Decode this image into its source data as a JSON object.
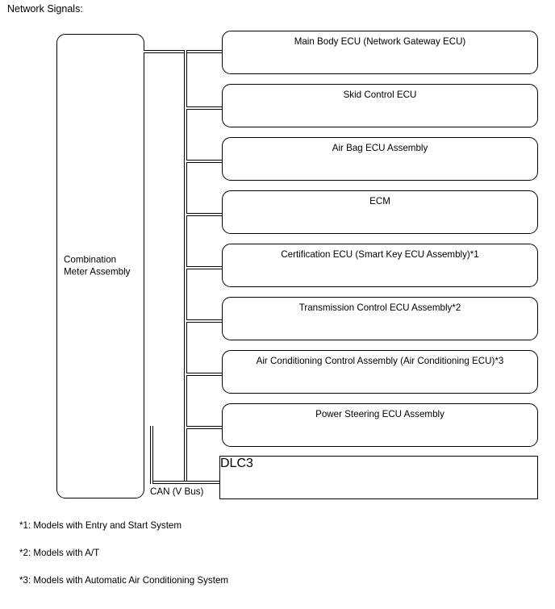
{
  "page": {
    "title": "Network Signals:"
  },
  "diagram": {
    "bus_label": "CAN (V Bus)",
    "master_node": {
      "label": "Combination\nMeter Assembly",
      "shape": "rounded-rect"
    },
    "nodes": [
      {
        "label": "Main Body ECU (Network Gateway ECU)",
        "shape": "rounded-rect"
      },
      {
        "label": "Skid Control ECU",
        "shape": "rounded-rect"
      },
      {
        "label": "Air Bag ECU Assembly",
        "shape": "rounded-rect"
      },
      {
        "label": "ECM",
        "shape": "rounded-rect"
      },
      {
        "label": "Certification ECU (Smart Key ECU Assembly)*1",
        "shape": "rounded-rect"
      },
      {
        "label": "Transmission Control ECU Assembly*2",
        "shape": "rounded-rect"
      },
      {
        "label": "Air Conditioning Control Assembly (Air Conditioning ECU)*3",
        "shape": "rounded-rect"
      },
      {
        "label": "Power Steering ECU Assembly",
        "shape": "rounded-rect"
      },
      {
        "label": "DLC3",
        "shape": "rect"
      }
    ]
  },
  "footnotes": [
    "*1: Models with Entry and Start System",
    "*2: Models with A/T",
    "*3: Models with Automatic Air Conditioning System"
  ],
  "colors": {
    "line": "#000000",
    "background": "#ffffff",
    "text": "#000000"
  }
}
